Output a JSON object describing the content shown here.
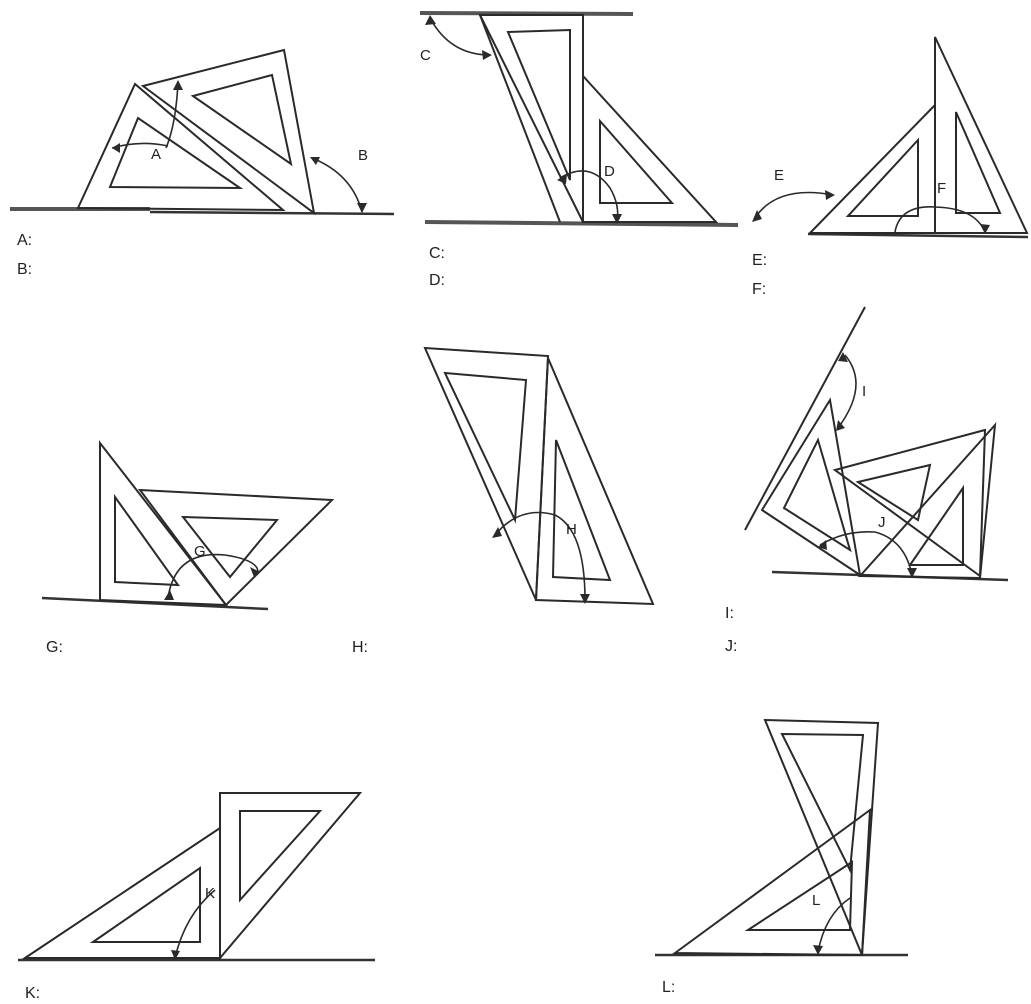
{
  "figure": {
    "problems": [
      {
        "id": "ab",
        "angle_labels": [
          "A",
          "B"
        ],
        "answer_lines": [
          "A:",
          "B:"
        ]
      },
      {
        "id": "cd",
        "angle_labels": [
          "C",
          "D"
        ],
        "answer_lines": [
          "C:",
          "D:"
        ]
      },
      {
        "id": "ef",
        "angle_labels": [
          "E",
          "F"
        ],
        "answer_lines": [
          "E:",
          "F:"
        ]
      },
      {
        "id": "gh",
        "angle_labels": [
          "G",
          "H"
        ],
        "answer_lines": [
          "G:",
          "H:"
        ]
      },
      {
        "id": "ij",
        "angle_labels": [
          "I",
          "J"
        ],
        "answer_lines": [
          "I:",
          "J:"
        ]
      },
      {
        "id": "k",
        "angle_labels": [
          "K"
        ],
        "answer_lines": [
          "K:"
        ]
      },
      {
        "id": "l",
        "angle_labels": [
          "L"
        ],
        "answer_lines": [
          "L:"
        ]
      }
    ]
  }
}
